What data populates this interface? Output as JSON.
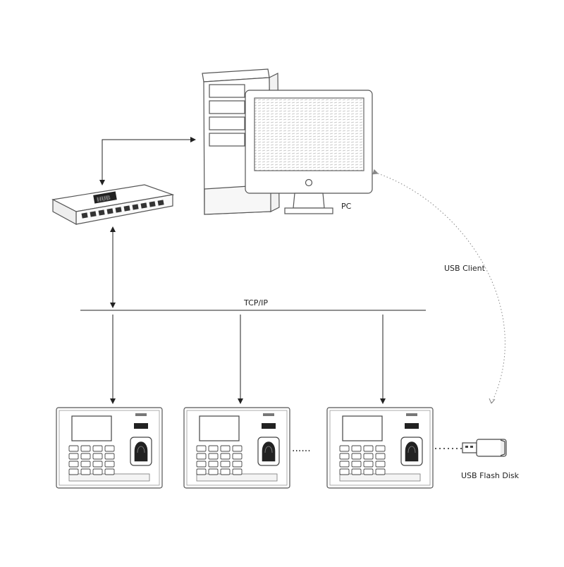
{
  "labels": {
    "pc": "PC",
    "hub": "HUB",
    "network": "TCP/IP",
    "usb_client": "USB Client",
    "usb_disk": "USB Flash Disk"
  },
  "devices": {
    "terminals": [
      "terminal-1",
      "terminal-2",
      "terminal-3"
    ],
    "ellipsis": "......"
  }
}
